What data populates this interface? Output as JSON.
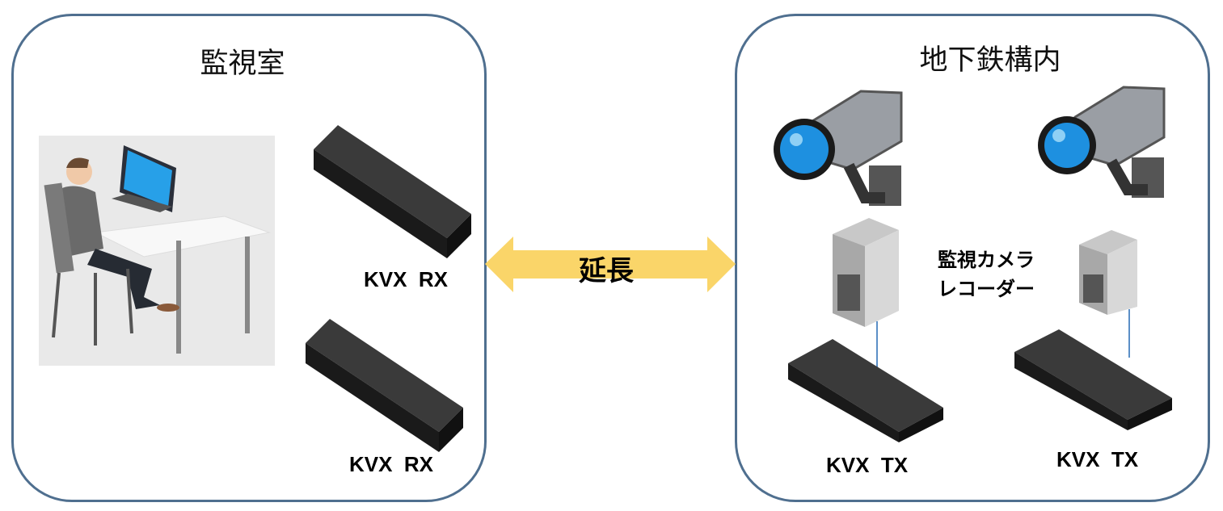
{
  "left_room": {
    "title": "監視室",
    "devices": [
      "KVX  RX",
      "KVX  RX"
    ]
  },
  "right_room": {
    "title": "地下鉄構内",
    "recorder_label_line1": "監視カメラ",
    "recorder_label_line2": "レコーダー",
    "devices": [
      "KVX  TX",
      "KVX  TX"
    ]
  },
  "connection": {
    "label": "延長"
  },
  "colors": {
    "border": "#4f6f8f",
    "arrow": "#fad569",
    "lens": "#1e90e0"
  }
}
